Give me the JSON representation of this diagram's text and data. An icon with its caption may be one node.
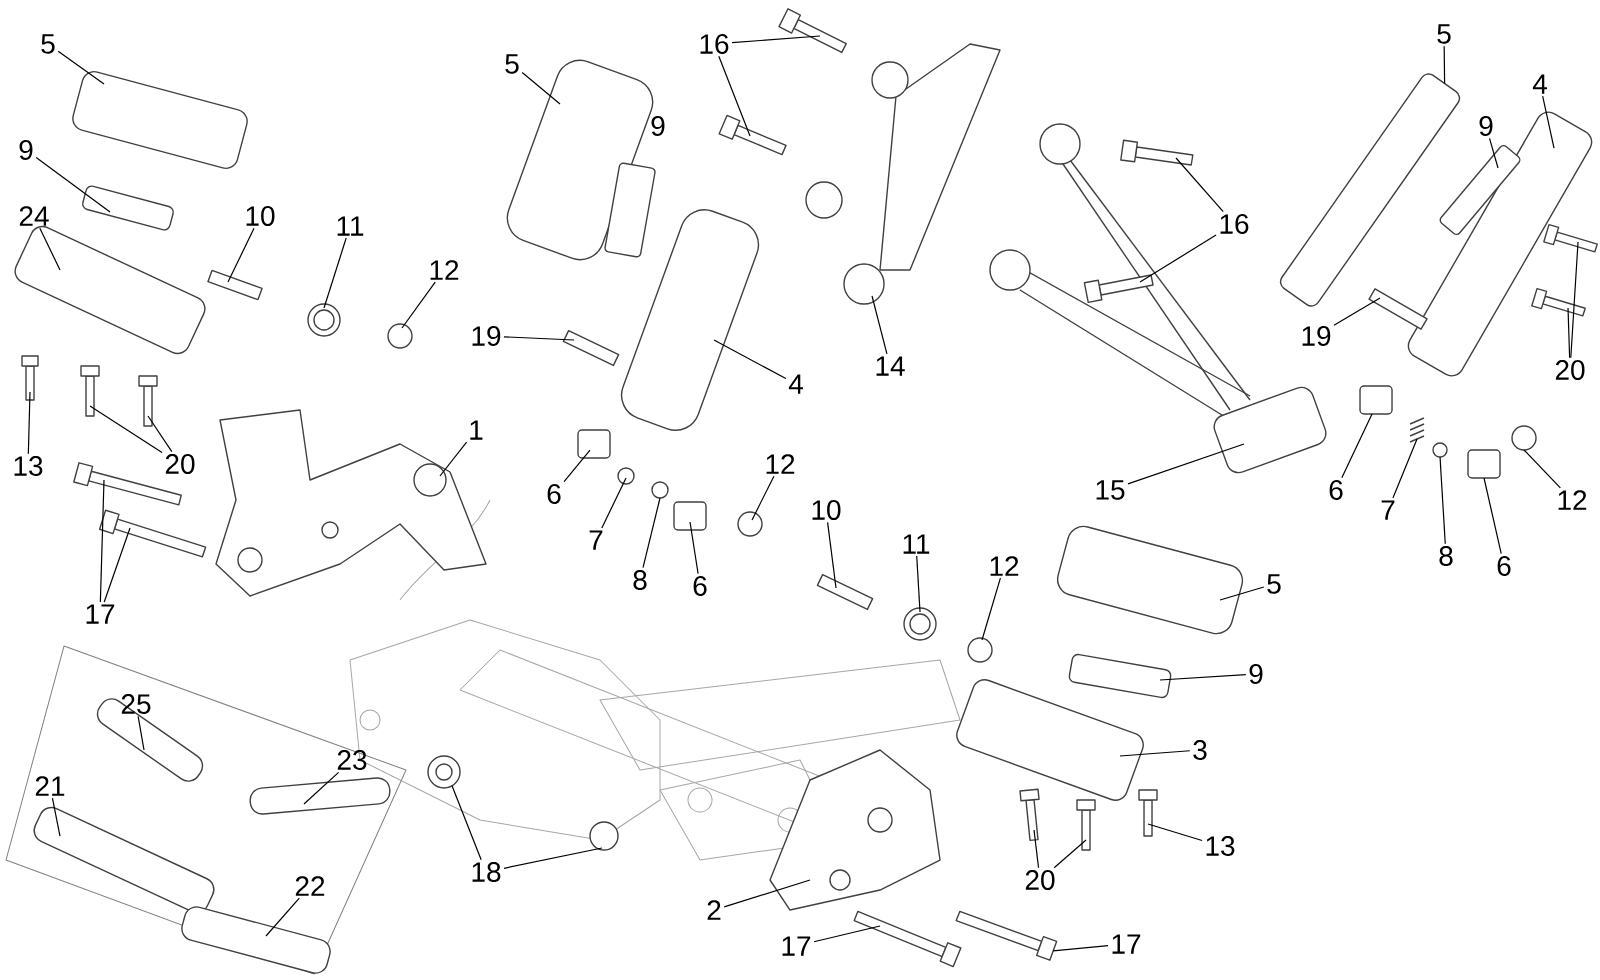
{
  "diagram": {
    "nodes": [
      {
        "text": [
          "5"
        ]
      },
      {
        "text": [
          "9"
        ]
      },
      {
        "text": [
          "24"
        ]
      },
      {
        "text": [
          "10"
        ]
      },
      {
        "text": [
          "11"
        ]
      },
      {
        "text": [
          "12"
        ]
      },
      {
        "text": [
          "5"
        ]
      },
      {
        "text": [
          "16"
        ]
      },
      {
        "text": [
          "19"
        ]
      },
      {
        "text": [
          "4"
        ]
      },
      {
        "text": [
          "14"
        ]
      },
      {
        "text": [
          "5"
        ]
      },
      {
        "text": [
          "4"
        ]
      },
      {
        "text": [
          "9"
        ]
      },
      {
        "text": [
          "16"
        ]
      },
      {
        "text": [
          "13"
        ]
      },
      {
        "text": [
          "20"
        ]
      },
      {
        "text": [
          "1"
        ]
      },
      {
        "text": [
          "19"
        ]
      },
      {
        "text": [
          "20"
        ]
      },
      {
        "text": [
          "6"
        ]
      },
      {
        "text": [
          "7"
        ]
      },
      {
        "text": [
          "8"
        ]
      },
      {
        "text": [
          "6"
        ]
      },
      {
        "text": [
          "12"
        ]
      },
      {
        "text": [
          "15"
        ]
      },
      {
        "text": [
          "6"
        ]
      },
      {
        "text": [
          "7"
        ]
      },
      {
        "text": [
          "8"
        ]
      },
      {
        "text": [
          "6"
        ]
      },
      {
        "text": [
          "12"
        ]
      },
      {
        "text": [
          "10"
        ]
      },
      {
        "text": [
          "11"
        ]
      },
      {
        "text": [
          "12"
        ]
      },
      {
        "text": [
          "17"
        ]
      },
      {
        "text": [
          "5"
        ]
      },
      {
        "text": [
          "9"
        ]
      },
      {
        "text": [
          "25"
        ]
      },
      {
        "text": [
          "3"
        ]
      },
      {
        "text": [
          "23"
        ]
      },
      {
        "text": [
          "21"
        ]
      },
      {
        "text": [
          "13"
        ]
      },
      {
        "text": [
          "18"
        ]
      },
      {
        "text": [
          "22"
        ]
      },
      {
        "text": [
          "20"
        ]
      },
      {
        "text": [
          "2"
        ]
      },
      {
        "text": [
          "17"
        ]
      },
      {
        "text": [
          "17"
        ]
      }
    ],
    "edges": [
      {
        "from": 0,
        "to": null,
        "arrow": "none"
      },
      {
        "from": 1,
        "to": null,
        "arrow": "none"
      },
      {
        "from": 2,
        "to": null,
        "arrow": "none"
      },
      {
        "from": 3,
        "to": null,
        "arrow": "none"
      },
      {
        "from": 4,
        "to": null,
        "arrow": "none"
      },
      {
        "from": 5,
        "to": null,
        "arrow": "none"
      },
      {
        "from": 6,
        "to": null,
        "arrow": "none"
      },
      {
        "from": 7,
        "to": null,
        "arrow": "none"
      },
      {
        "from": 7,
        "to": null,
        "arrow": "none"
      },
      {
        "from": 8,
        "to": null,
        "arrow": "none"
      },
      {
        "from": 9,
        "to": null,
        "arrow": "none"
      },
      {
        "from": 10,
        "to": null,
        "arrow": "none"
      },
      {
        "from": 11,
        "to": null,
        "arrow": "none"
      },
      {
        "from": 12,
        "to": null,
        "arrow": "none"
      },
      {
        "from": 13,
        "to": null,
        "arrow": "none"
      },
      {
        "from": 14,
        "to": null,
        "arrow": "none"
      },
      {
        "from": 14,
        "to": null,
        "arrow": "none"
      },
      {
        "from": 15,
        "to": null,
        "arrow": "none"
      },
      {
        "from": 16,
        "to": null,
        "arrow": "none"
      },
      {
        "from": 16,
        "to": null,
        "arrow": "none"
      },
      {
        "from": 17,
        "to": null,
        "arrow": "none"
      },
      {
        "from": 18,
        "to": null,
        "arrow": "none"
      },
      {
        "from": 19,
        "to": null,
        "arrow": "none"
      },
      {
        "from": 19,
        "to": null,
        "arrow": "none"
      },
      {
        "from": 20,
        "to": null,
        "arrow": "none"
      },
      {
        "from": 21,
        "to": null,
        "arrow": "none"
      },
      {
        "from": 22,
        "to": null,
        "arrow": "none"
      },
      {
        "from": 23,
        "to": null,
        "arrow": "none"
      },
      {
        "from": 24,
        "to": null,
        "arrow": "none"
      },
      {
        "from": 25,
        "to": null,
        "arrow": "none"
      },
      {
        "from": 26,
        "to": null,
        "arrow": "none"
      },
      {
        "from": 27,
        "to": null,
        "arrow": "none"
      },
      {
        "from": 28,
        "to": null,
        "arrow": "none"
      },
      {
        "from": 29,
        "to": null,
        "arrow": "none"
      },
      {
        "from": 30,
        "to": null,
        "arrow": "none"
      },
      {
        "from": 31,
        "to": null,
        "arrow": "none"
      },
      {
        "from": 32,
        "to": null,
        "arrow": "none"
      },
      {
        "from": 33,
        "to": null,
        "arrow": "none"
      },
      {
        "from": 34,
        "to": null,
        "arrow": "none"
      },
      {
        "from": 34,
        "to": null,
        "arrow": "none"
      },
      {
        "from": 35,
        "to": null,
        "arrow": "none"
      },
      {
        "from": 36,
        "to": null,
        "arrow": "none"
      },
      {
        "from": 37,
        "to": null,
        "arrow": "none"
      },
      {
        "from": 38,
        "to": null,
        "arrow": "none"
      },
      {
        "from": 39,
        "to": null,
        "arrow": "none"
      },
      {
        "from": 40,
        "to": null,
        "arrow": "none"
      },
      {
        "from": 41,
        "to": null,
        "arrow": "none"
      },
      {
        "from": 42,
        "to": null,
        "arrow": "none"
      },
      {
        "from": 42,
        "to": null,
        "arrow": "none"
      },
      {
        "from": 43,
        "to": null,
        "arrow": "none"
      },
      {
        "from": 44,
        "to": null,
        "arrow": "none"
      },
      {
        "from": 44,
        "to": null,
        "arrow": "none"
      },
      {
        "from": 45,
        "to": null,
        "arrow": "none"
      },
      {
        "from": 46,
        "to": null,
        "arrow": "none"
      },
      {
        "from": 47,
        "to": null,
        "arrow": "none"
      }
    ],
    "labels": [
      "9"
    ]
  }
}
